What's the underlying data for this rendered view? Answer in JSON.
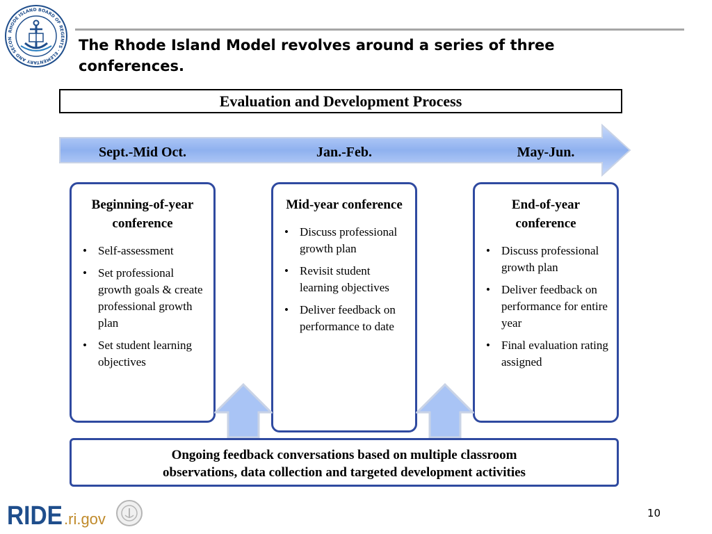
{
  "header": {
    "title": "The Rhode Island Model revolves around a series of three conferences.",
    "seal_text": "RHODE ISLAND BOARD OF REGENTS · ELEMENTARY AND SECONDARY EDUCATION"
  },
  "process": {
    "title": "Evaluation and Development Process",
    "periods": [
      "Sept.-Mid Oct.",
      "Jan.-Feb.",
      "May-Jun."
    ]
  },
  "conferences": [
    {
      "title": "Beginning-of-year conference",
      "bullets": [
        "Self-assessment",
        "Set professional growth goals & create professional growth plan",
        "Set student learning objectives"
      ]
    },
    {
      "title": "Mid-year conference",
      "bullets": [
        "Discuss professional growth plan",
        "Revisit student learning objectives",
        "Deliver feedback on performance to date"
      ]
    },
    {
      "title": "End-of-year conference",
      "bullets": [
        "Discuss professional growth plan",
        "Deliver feedback on performance for entire year",
        "Final evaluation rating assigned"
      ]
    }
  ],
  "feedback": {
    "line1": "Ongoing feedback conversations based on multiple classroom",
    "line2": "observations, data collection and targeted development activities"
  },
  "footer": {
    "logo_main": "RIDE",
    "logo_suffix": ".ri.gov",
    "page_number": "10"
  },
  "colors": {
    "box_border": "#2f4aa0",
    "arrow_fill": "#a9c4f5",
    "arrow_stroke": "#c9d3e6",
    "rule": "#a6a6a6",
    "logo_blue": "#1f4e8c"
  },
  "icons": {
    "seal": "anchor-seal-icon",
    "footer_seal": "state-seal-icon"
  }
}
